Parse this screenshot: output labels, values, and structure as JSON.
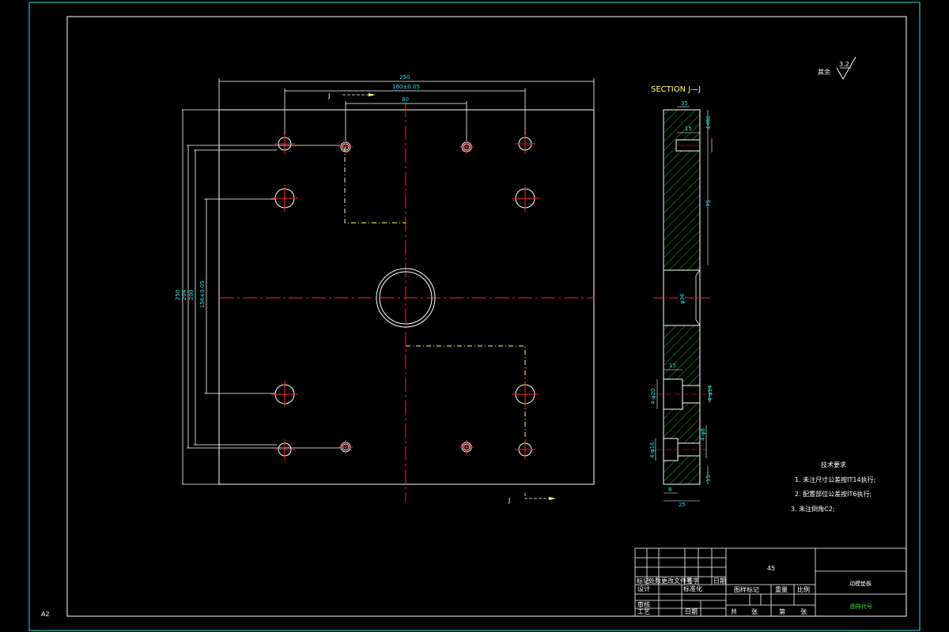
{
  "sheet": {
    "size_label": "A2",
    "colors": {
      "background": "#000000",
      "frame": "#29e6e6",
      "outline": "#ffffff",
      "center": "#ff2020",
      "hidden": "#ffff66",
      "hatch": "#3ddc3d",
      "dimension": "#29e6e6"
    }
  },
  "roughness": {
    "prefix": "其余",
    "value": "3.2"
  },
  "section": {
    "title": "SECTION  J—J",
    "cut_label": "J"
  },
  "dimensions": {
    "width_total": "250",
    "hole_spacing": "160±0.05",
    "small_spacing": "80",
    "height_total": "250",
    "height_204": "204",
    "height_200": "200",
    "height_156": "156±0.05",
    "sec_top": "35",
    "sec_slot_w": "15",
    "sec_slot_h": "4-M6",
    "sec_upper_len": "75",
    "sec_bore": "φ36",
    "sec_cb_w": "15",
    "sec_cb_big": "4-φ20",
    "sec_cb_small": "4-φ14",
    "sec_lower_small": "4-φ8",
    "sec_lower_big": "4-φ16",
    "sec_bottom_small": "8",
    "sec_bottom_total": "25",
    "sec_bottom_h": "15"
  },
  "tech_requirements": {
    "title": "技术要求",
    "items": [
      "1. 未注尺寸公差按IT14执行;",
      "2. 配置部位公差按IT6执行;",
      "3. 未注倒角C2;"
    ]
  },
  "title_block": {
    "material": "45",
    "part_name": "动模垫板",
    "drawing_code_label": "图样代号",
    "labels": {
      "mark": "标记",
      "count": "处数",
      "zone": "更改文件号",
      "sign": "签字",
      "date": "日期",
      "design": "设计",
      "standard": "标准化",
      "review": "审核",
      "process": "工艺",
      "date2": "日期",
      "stage": "图样标记",
      "weight": "重量",
      "scale": "比例",
      "sheets_total": "共",
      "sheet_unit": "张",
      "sheet_no": "第",
      "sheet_unit2": "张"
    }
  }
}
